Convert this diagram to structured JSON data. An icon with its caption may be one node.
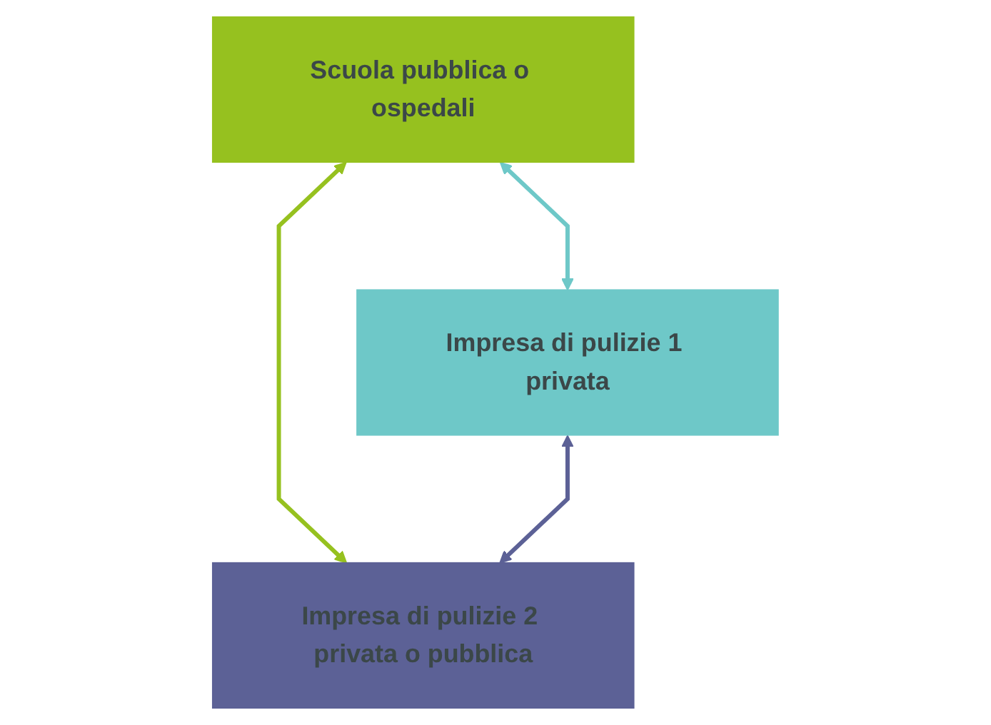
{
  "diagram": {
    "nodes": [
      {
        "text": [
          "Scuola pubblica o ospedali"
        ]
      },
      {
        "text": [
          "Impresa di pulizie 1 privata"
        ]
      },
      {
        "text": [
          "Impresa di pulizie 2 privata o pubblica"
        ]
      }
    ],
    "edges": [
      {
        "from": 0,
        "to": 1,
        "arrow": "both",
        "color": "#6ec8c8"
      },
      {
        "from": 0,
        "to": 2,
        "arrow": "both",
        "color": "#96c11f"
      },
      {
        "from": 1,
        "to": 2,
        "arrow": "both",
        "color": "#5c6196"
      }
    ]
  }
}
